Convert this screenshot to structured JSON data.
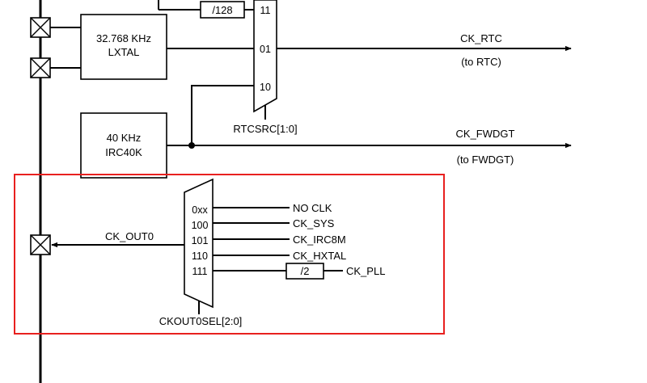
{
  "prescaler_rtc": "/128",
  "lxtal": {
    "line1": "32.768 KHz",
    "line2": "LXTAL"
  },
  "irc40k": {
    "line1": "40 KHz",
    "line2": "IRC40K"
  },
  "rtc_mux": {
    "inputs": [
      "11",
      "01",
      "10"
    ],
    "select_label": "RTCSRC[1:0]"
  },
  "ck_rtc": {
    "label": "CK_RTC",
    "dest": "(to RTC)"
  },
  "ck_fwdgt": {
    "label": "CK_FWDGT",
    "dest": "(to FWDGT)"
  },
  "ckout_mux": {
    "inputs": [
      "0xx",
      "100",
      "101",
      "110",
      "111"
    ],
    "sources": [
      "NO CLK",
      "CK_SYS",
      "CK_IRC8M",
      "CK_HXTAL"
    ],
    "pll_divider": "/2",
    "pll_source": "CK_PLL",
    "output_label": "CK_OUT0",
    "select_label": "CKOUT0SEL[2:0]"
  },
  "colors": {
    "highlight": "#e8201f",
    "line": "#000000"
  }
}
